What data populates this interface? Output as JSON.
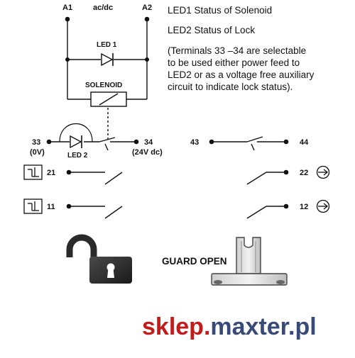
{
  "diagram": {
    "terminals": {
      "a1": "A1",
      "supply": "ac/dc",
      "a2": "A2",
      "led1": "LED 1",
      "solenoid": "SOLENOID",
      "t33": "33",
      "t33_note": "(0V)",
      "led2": "LED 2",
      "t34": "34",
      "t34_note": "(24V dc)",
      "t43": "43",
      "t44": "44",
      "t21": "21",
      "t22": "22",
      "t11": "11",
      "t12": "12"
    },
    "legend": {
      "led1_line": "LED1  Status of Solenoid",
      "led2_line": "LED2  Status of Lock",
      "note_lines": [
        "(Terminals 33 –34 are selectable",
        "to be used either power feed to",
        "LED2 or as a voltage free auxiliary",
        "circuit to indicate lock status)."
      ]
    },
    "state_label": "GUARD OPEN",
    "icons": [
      "unlocked-padlock-icon",
      "actuator-key-icon",
      "positive-break-icon",
      "arrow-right-icon"
    ]
  },
  "watermark": {
    "part1": "sklep.",
    "part2": "maxter.pl",
    "color1": "#c41a1a",
    "color2": "#3a4a78"
  }
}
